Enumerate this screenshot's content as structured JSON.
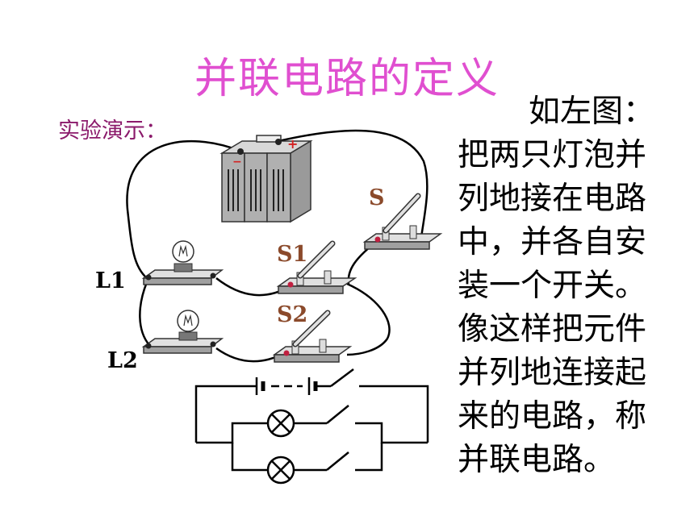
{
  "slide": {
    "title": "并联电路的定义",
    "demo_label": "实验演示：",
    "description_lines": [
      "如左图：",
      "把两只灯泡并",
      "列地接在电路",
      "中，并各自安",
      "装一个开关。",
      "像这样把元件",
      "并列地连接起",
      "来的电路，称",
      "并联电路。"
    ]
  },
  "diagram": {
    "labels": {
      "s": "S",
      "s1": "S1",
      "s2": "S2",
      "l1": "L1",
      "l2": "L2"
    },
    "battery_plus": "+",
    "battery_minus": "−"
  },
  "colors": {
    "title": "#e04fd0",
    "demo": "#8b1a6b",
    "switch_label": "#8b4a2b"
  }
}
